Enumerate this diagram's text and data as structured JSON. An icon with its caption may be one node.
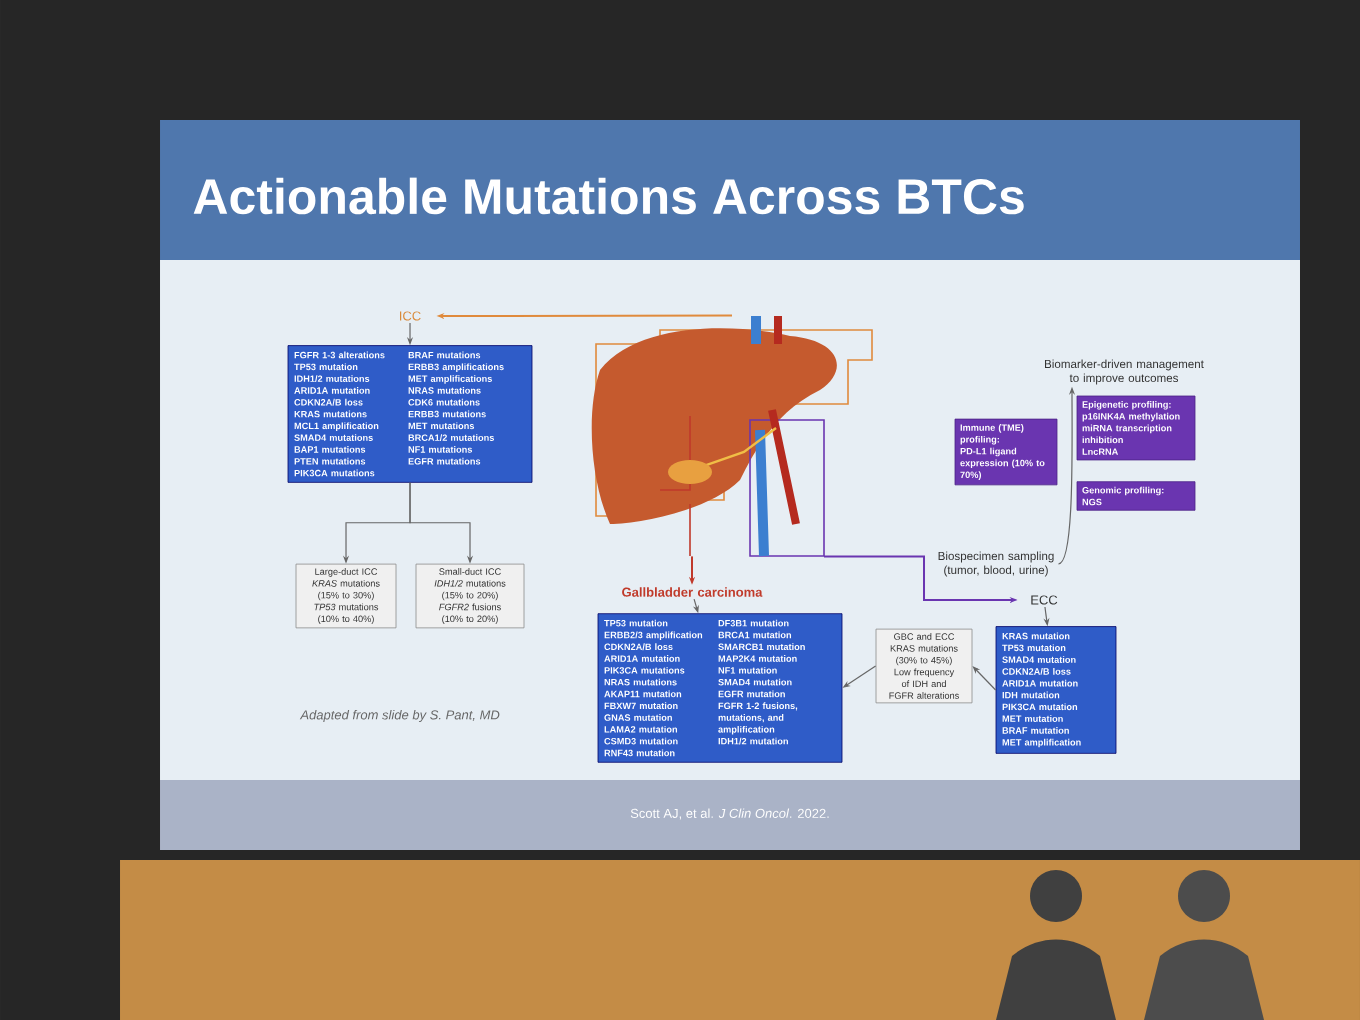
{
  "diagram": {
    "title": "Actionable Mutations Across BTCs",
    "nodes": [
      {
        "text": [],
        "shape": "picture"
      },
      {
        "text": [
          "ICC"
        ]
      },
      {
        "text": [
          "FGFR 1-3 alterations",
          "TP53 mutation",
          "IDH1/2 mutations",
          "ARID1A mutation",
          "CDKN2A/B loss",
          "KRAS mutations",
          "MCL1 amplification",
          "SMAD4 mutations",
          "BAP1 mutations",
          "PTEN mutations",
          "PIK3CA mutations",
          "BRAF mutations",
          "ERBB3 amplifications",
          "MET amplifications",
          "NRAS mutations",
          "CDK6 mutations",
          "ERBB3 mutations",
          "MET mutations",
          "BRCA1/2 mutations",
          "NF1 mutations",
          "EGFR mutations"
        ]
      },
      {
        "text": [
          "Large-duct ICC",
          "*KRAS* mutations (15% to 30%)",
          "*TP53* mutations (10% to 40%)"
        ]
      },
      {
        "text": [
          "Small-duct ICC",
          "*IDH1/2* mutations (15% to 20%)",
          "*FGFR2* fusions (10% to 20%)"
        ]
      },
      {
        "text": [
          "Gallbladder carcinoma"
        ]
      },
      {
        "text": [
          "TP53 mutation",
          "ERBB2/3 amplification",
          "CDKN2A/B loss",
          "ARID1A mutation",
          "PIK3CA mutations",
          "NRAS mutations",
          "AKAP11 mutation",
          "FBXW7 mutation",
          "GNAS mutation",
          "LAMA2 mutation",
          "CSMD3 mutation",
          "RNF43 mutation",
          "DF3B1 mutation",
          "BRCA1 mutation",
          "SMARCB1 mutation",
          "MAP2K4 mutation",
          "NF1 mutation",
          "SMAD4 mutation",
          "EGFR mutation",
          "FGFR 1-2 fusions, mutations, and amplification",
          "IDH1/2 mutation"
        ]
      },
      {
        "text": [
          "ECC"
        ]
      },
      {
        "text": [
          "KRAS mutation",
          "TP53 mutation",
          "SMAD4 mutation",
          "CDKN2A/B loss",
          "ARID1A mutation",
          "IDH mutation",
          "PIK3CA mutation",
          "MET mutation",
          "BRAF mutation",
          "MET amplification"
        ]
      },
      {
        "text": [
          "GBC and ECC KRAS mutations (30% to 45%)",
          "Low frequency of IDH and FGFR alterations"
        ]
      },
      {
        "text": [
          "Biomarker-driven management to improve outcomes"
        ]
      },
      {
        "text": [
          "Immune (TME) profiling:",
          "PD-L1 ligand expression (10% to 70%)"
        ]
      },
      {
        "text": [
          "Epigenetic profiling:",
          "p16INK4A methylation",
          "miRNA transcription inhibition",
          "LncRNA"
        ]
      },
      {
        "text": [
          "Genomic profiling:",
          "NGS"
        ]
      },
      {
        "text": [
          "Biospecimen sampling (tumor, blood, urine)"
        ]
      }
    ],
    "edges": [
      {
        "from": 0,
        "to": 1,
        "arrow": "to",
        "color": "#e08a3c"
      },
      {
        "from": 1,
        "to": 2,
        "arrow": "to"
      },
      {
        "from": 2,
        "to": 3,
        "arrow": "to"
      },
      {
        "from": 2,
        "to": 4,
        "arrow": "to"
      },
      {
        "from": 0,
        "to": 5,
        "arrow": "to",
        "color": "#c0392b"
      },
      {
        "from": 5,
        "to": 6,
        "arrow": "to"
      },
      {
        "from": 0,
        "to": 7,
        "arrow": "to",
        "color": "#6a35b0"
      },
      {
        "from": 7,
        "to": 8,
        "arrow": "to"
      },
      {
        "from": 8,
        "to": 9,
        "arrow": "to"
      },
      {
        "from": 9,
        "to": 6,
        "arrow": "to"
      },
      {
        "from": 14,
        "to": 10,
        "arrow": "to"
      }
    ],
    "labels": [
      "Adapted from slide by S. Pant, MD",
      "Scott AJ, et al. *J Clin Oncol*. 2022."
    ]
  }
}
